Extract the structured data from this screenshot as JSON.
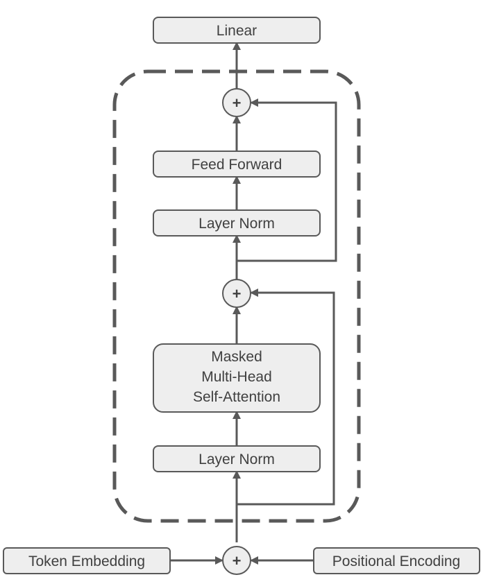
{
  "nodes": {
    "linear": "Linear",
    "feed_forward": "Feed Forward",
    "layer_norm_top": "Layer Norm",
    "attention_line1": "Masked",
    "attention_line2": "Multi-Head",
    "attention_line3": "Self-Attention",
    "layer_norm_bottom": "Layer Norm",
    "token_embedding": "Token Embedding",
    "positional_encoding": "Positional Encoding",
    "add_symbol": "+"
  },
  "colors": {
    "stroke": "#595959",
    "box_fill": "#eeeeee",
    "text": "#404040"
  }
}
